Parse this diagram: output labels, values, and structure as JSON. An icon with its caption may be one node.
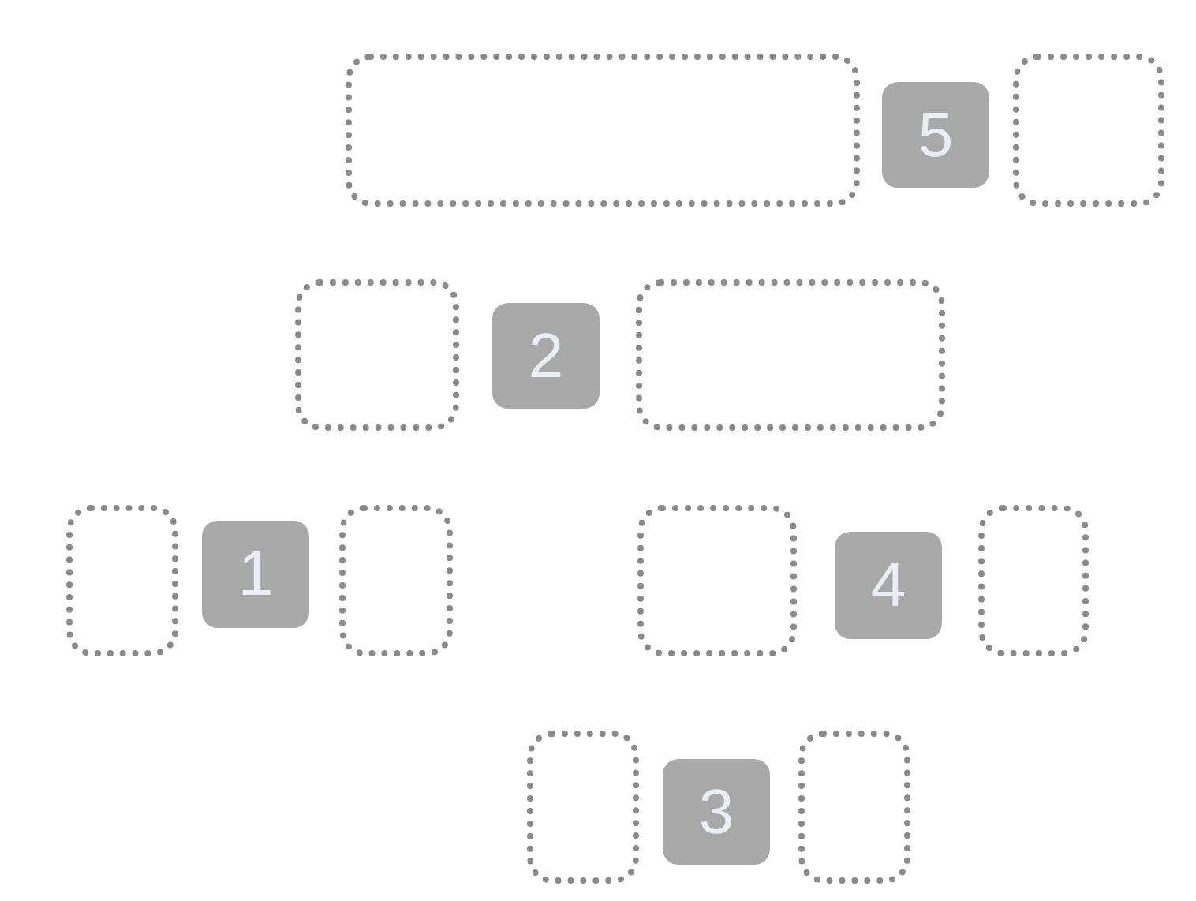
{
  "diagram": {
    "nodes": [
      {
        "text": [],
        "shape": "box"
      },
      {
        "text": [
          "5"
        ]
      },
      {
        "text": [],
        "shape": "box"
      },
      {
        "text": [],
        "shape": "box"
      },
      {
        "text": [
          "2"
        ]
      },
      {
        "text": [],
        "shape": "box"
      },
      {
        "text": [],
        "shape": "box"
      },
      {
        "text": [
          "1"
        ]
      },
      {
        "text": [],
        "shape": "box"
      },
      {
        "text": [],
        "shape": "box"
      },
      {
        "text": [
          "4"
        ]
      },
      {
        "text": [],
        "shape": "box"
      },
      {
        "text": [],
        "shape": "box"
      },
      {
        "text": [
          "3"
        ]
      },
      {
        "text": [],
        "shape": "box"
      }
    ]
  }
}
